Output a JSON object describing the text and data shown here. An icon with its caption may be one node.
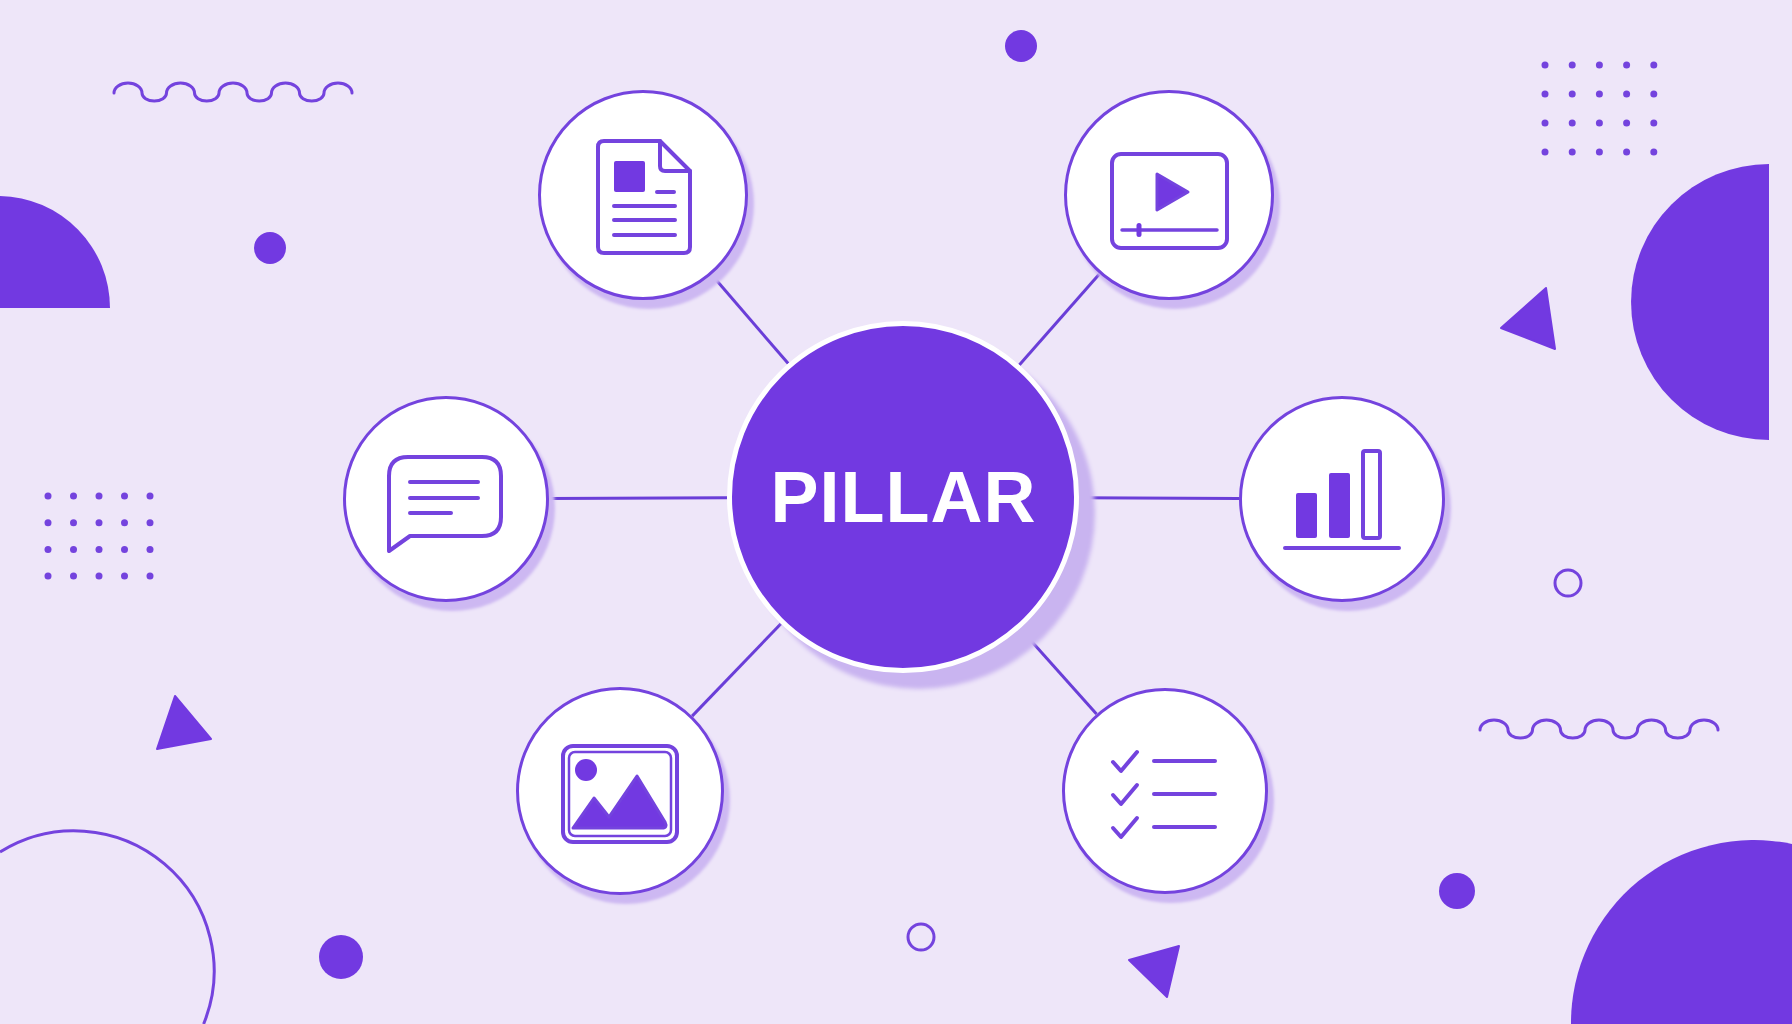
{
  "diagram": {
    "nodes": [
      {
        "text": [],
        "shape": "circle"
      },
      {
        "text": [],
        "shape": "circle"
      },
      {
        "text": [],
        "shape": "circle"
      },
      {
        "text": [
          "PILLAR"
        ]
      },
      {
        "text": [],
        "shape": "circle"
      },
      {
        "text": [],
        "shape": "circle"
      },
      {
        "text": [],
        "shape": "circle"
      }
    ],
    "edges": [
      {
        "from": 3,
        "to": 0,
        "arrow": "none"
      },
      {
        "from": 3,
        "to": 1,
        "arrow": "none"
      },
      {
        "from": 3,
        "to": 2,
        "arrow": "none"
      },
      {
        "from": 3,
        "to": 4,
        "arrow": "none"
      },
      {
        "from": 3,
        "to": 5,
        "arrow": "none"
      },
      {
        "from": 3,
        "to": 6,
        "arrow": "none"
      }
    ]
  }
}
